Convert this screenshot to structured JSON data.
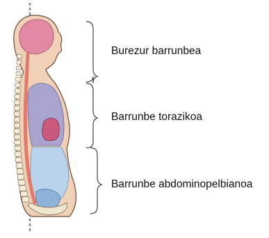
{
  "labels": {
    "cranial": "Burezur barrunbea",
    "thoracic": "Barrunbe torazikoa",
    "abdominopelvic": "Barrunbe abdominopelbianoa"
  },
  "colors": {
    "skin": "#f1d0b8",
    "skin_outline": "#6b4a3a",
    "cranial_cavity": "#e28aa3",
    "thoracic_cavity": "#a8a3cf",
    "heart": "#c95a7e",
    "abdominal_cavity": "#b9d4ea",
    "pelvic_cavity": "#8fb3d8",
    "spinal_cord": "#e07a6a",
    "vertebrae": "#f3ecd8",
    "bracket": "#444444"
  }
}
